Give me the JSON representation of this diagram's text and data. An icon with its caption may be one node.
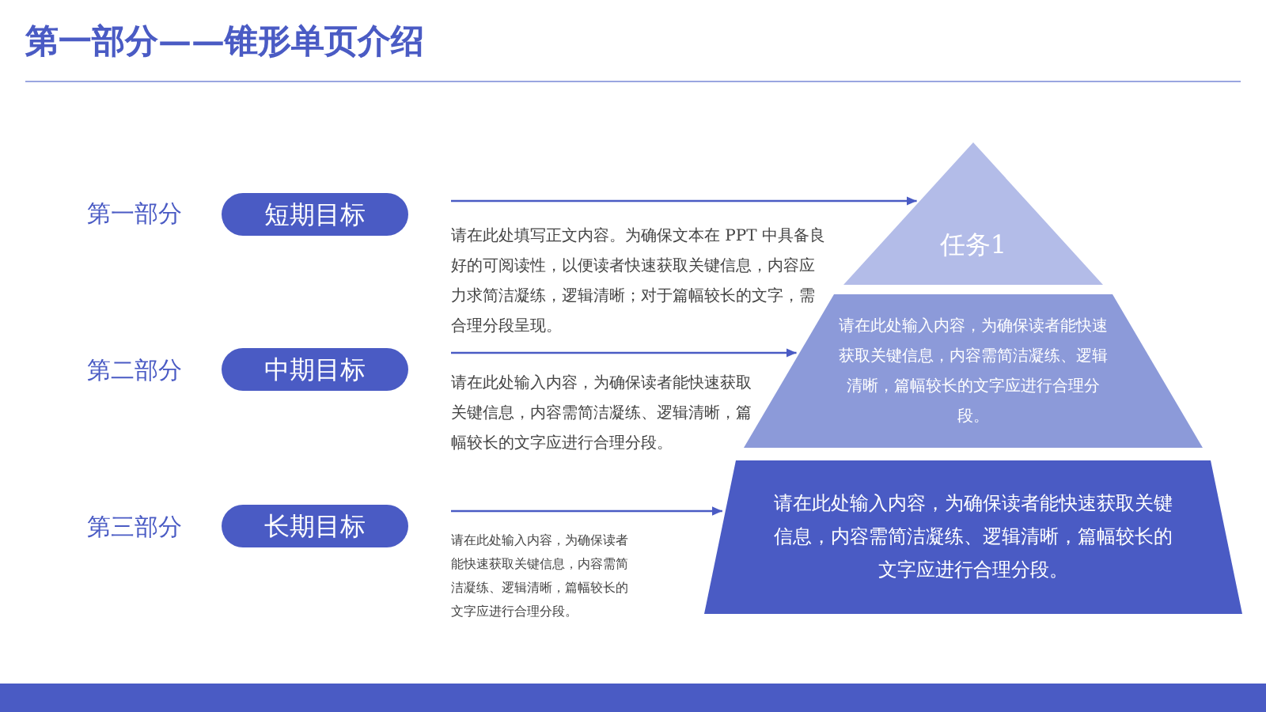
{
  "diagram": {
    "title": "第一部分——锥形单页介绍",
    "nodes": [
      {
        "text": [
          "短期目标"
        ]
      },
      {
        "text": [
          "请在此处填写正文内容。为确保文本在 PPT 中具备良好的可阅读性，以便读者快速获取关键信息，内容应力求简洁凝练，逻辑清晰；对于篇幅较长的文字，需合理分段呈现。"
        ]
      },
      {
        "text": [
          "中期目标"
        ]
      },
      {
        "text": [
          "请在此处输入内容，为确保读者能快速获取关键信息，内容需简洁凝练、逻辑清晰，篇幅较长的文字应进行合理分段。"
        ]
      },
      {
        "text": [
          "长期目标"
        ]
      },
      {
        "text": [
          "请在此处输入内容，为确保读者能快速获取关键信息，内容需简洁凝练、逻辑清晰，篇幅较长的文字应进行合理分段。"
        ]
      },
      {
        "text": [
          "任务1"
        ]
      },
      {
        "text": [
          "请在此处输入内容，为确保读者能快速获取关键信息，内容需简洁凝练、逻辑清晰，篇幅较长的文字应进行合理分段。"
        ]
      },
      {
        "text": [
          "请在此处输入内容，为确保读者能快速获取关键信息，内容需简洁凝练、逻辑清晰，篇幅较长的文字应进行合理分段。"
        ]
      }
    ],
    "edges": [
      {
        "from": 1,
        "to": 6,
        "arrow": "to"
      },
      {
        "from": 3,
        "to": 7,
        "arrow": "to"
      },
      {
        "from": 5,
        "to": 8,
        "arrow": "to"
      }
    ],
    "labels": [
      "第一部分",
      "第二部分",
      "第三部分"
    ]
  }
}
